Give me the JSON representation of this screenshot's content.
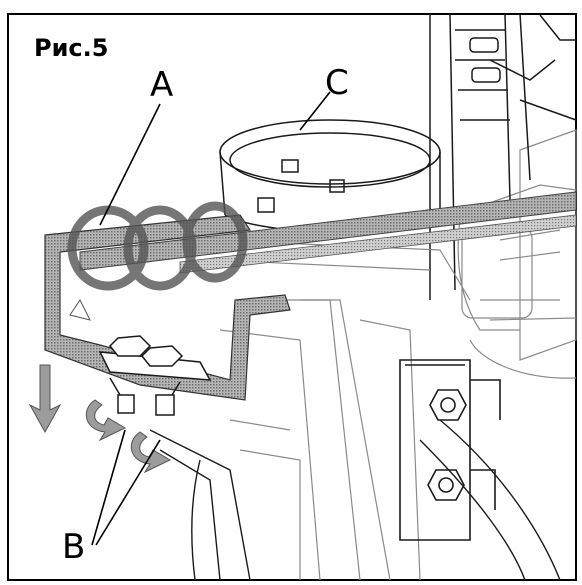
{
  "figure": {
    "title": "Рис.5",
    "callouts": {
      "a": "A",
      "b": "B",
      "c": "C"
    }
  },
  "colors": {
    "line": "#1a1a1a",
    "light_line": "#8a8a8a",
    "bracket_fill": "#9a9a9a",
    "arrow_fill": "#9c9c9c",
    "background": "#ffffff"
  }
}
